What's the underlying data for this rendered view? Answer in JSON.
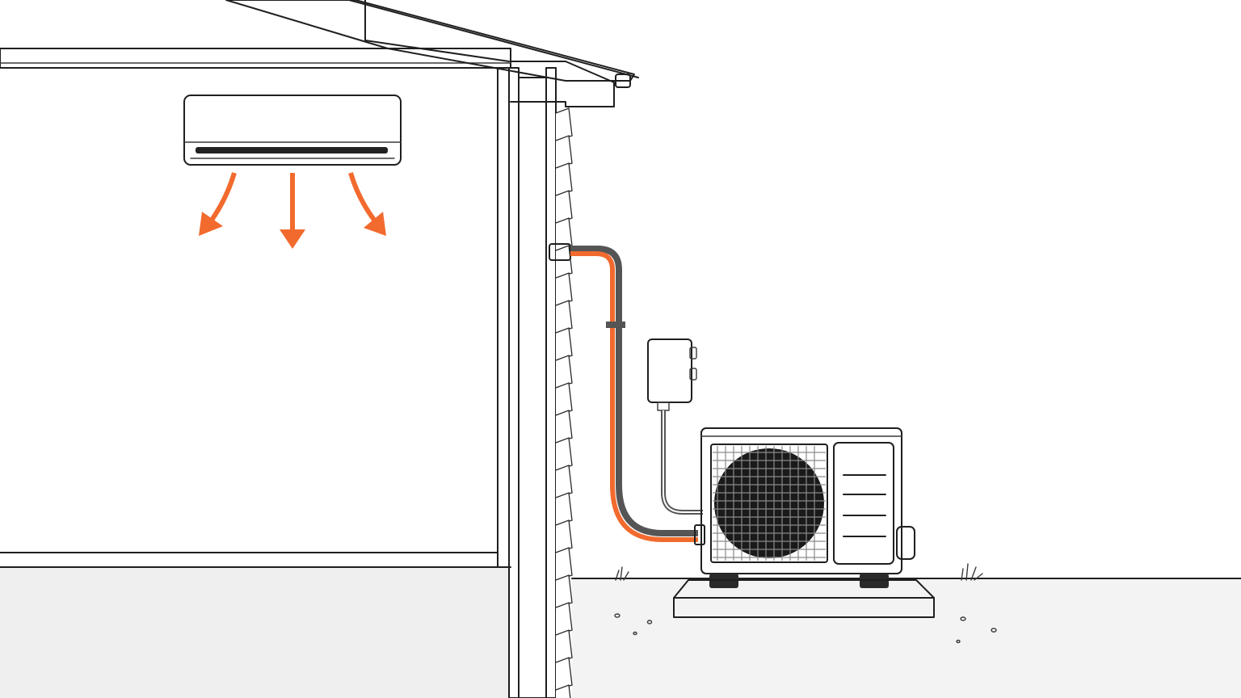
{
  "diagram": {
    "kind": "ductless mini-split heat pump installation, side cross-section",
    "colors": {
      "background": "#ffffff",
      "floor": "#efefef",
      "line": "#1f1f1f",
      "accent_orange": "#f26a2e",
      "refrigerant_line_dark": "#555555",
      "insulation": "#e6e6e6",
      "fan": "#1a1a1a",
      "pad": "#f2f2f2"
    },
    "airflow_arrow_count": 3,
    "components": [
      {
        "id": "indoor-unit",
        "icon": "wall-mounted-air-handler"
      },
      {
        "id": "wall-section",
        "icon": "insulated-exterior-wall"
      },
      {
        "id": "line-set",
        "icon": "refrigerant-lines"
      },
      {
        "id": "disconnect-box",
        "icon": "electrical-disconnect"
      },
      {
        "id": "outdoor-unit",
        "icon": "condenser-fan-unit"
      },
      {
        "id": "concrete-pad",
        "icon": "equipment-pad"
      }
    ]
  }
}
